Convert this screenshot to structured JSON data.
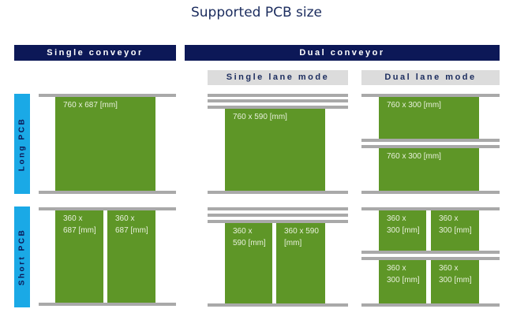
{
  "title": "Supported PCB size",
  "headers": {
    "single": "Single conveyor",
    "dual": "Dual conveyor"
  },
  "modes": {
    "single_lane": "Single lane mode",
    "dual_lane": "Dual lane mode"
  },
  "rows": {
    "long": "Long PCB",
    "short": "Short PCB"
  },
  "sizes": {
    "single_long": "760 x 687 [mm]",
    "single_short": "360 x 687 [mm]",
    "sl_long": "760 x 590 [mm]",
    "sl_short": "360 x 590 [mm]",
    "dl_long": "760 x 300 [mm]",
    "dl_short": "360 x 300 [mm]"
  },
  "colors": {
    "navy": "#0c1857",
    "blue": "#1aa9e6",
    "green": "#5e9627",
    "rail": "#a9a9a9"
  }
}
